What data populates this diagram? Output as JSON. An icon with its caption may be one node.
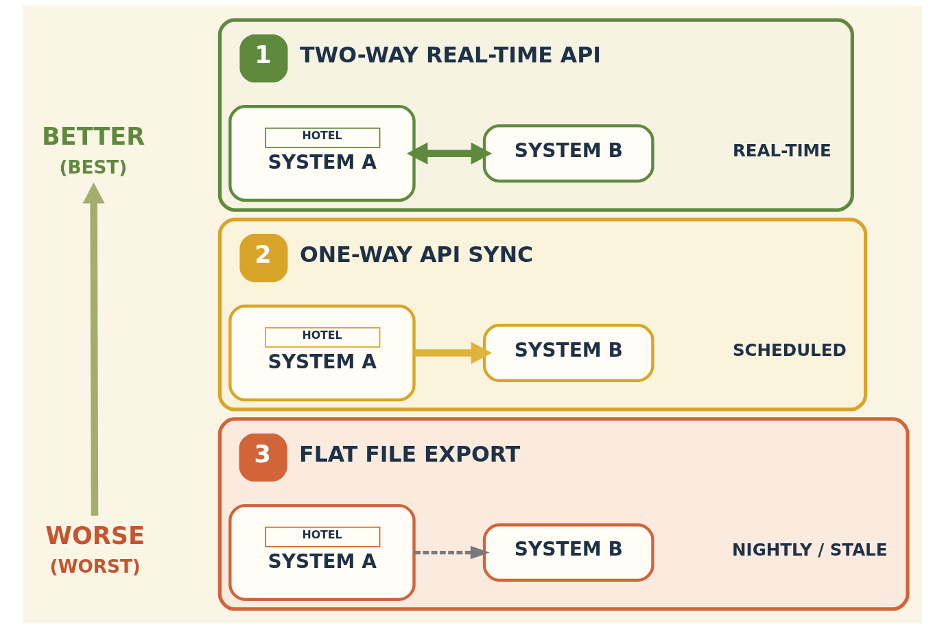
{
  "diagram": {
    "nodes": [
      {
        "text": [
          "BETTER",
          "(BEST)"
        ]
      },
      {
        "text": [
          "WORSE",
          "(WORST)"
        ]
      },
      {
        "text": [
          "1",
          "TWO-WAY REAL-TIME API"
        ]
      },
      {
        "text": [
          "HOTEL",
          "SYSTEM A"
        ],
        "in": 2
      },
      {
        "text": [
          "SYSTEM B"
        ],
        "in": 2
      },
      {
        "text": [
          "2",
          "ONE-WAY API SYNC"
        ]
      },
      {
        "text": [
          "HOTEL",
          "SYSTEM A"
        ],
        "in": 5
      },
      {
        "text": [
          "SYSTEM B"
        ],
        "in": 5
      },
      {
        "text": [
          "3",
          "FLAT FILE EXPORT"
        ]
      },
      {
        "text": [
          "HOTEL",
          "SYSTEM A"
        ],
        "in": 8
      },
      {
        "text": [
          "SYSTEM B"
        ],
        "in": 8
      }
    ],
    "edges": [
      {
        "from": 1,
        "to": 0,
        "arrow": "to",
        "color": "#a3ae6e"
      },
      {
        "from": 3,
        "to": 4,
        "arrow": "both",
        "color": "#5f8a3e"
      },
      {
        "from": 6,
        "to": 7,
        "arrow": "to",
        "color": "#e0b33a"
      },
      {
        "from": 9,
        "to": 10,
        "arrow": "to",
        "style": "dashed",
        "color": "#7a7a7a"
      }
    ],
    "labels": [
      "REAL-TIME",
      "SCHEDULED",
      "NIGHTLY / STALE"
    ]
  }
}
